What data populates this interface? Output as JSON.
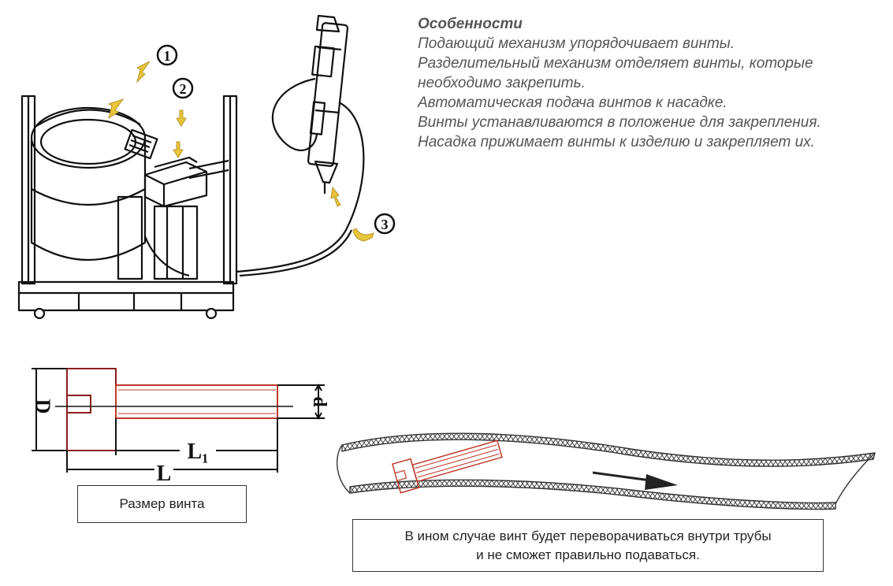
{
  "features": {
    "title": "Особенности",
    "lines": [
      "Подающий механизм упорядочивает винты.",
      "Разделительный механизм отделяет винты, которые",
      "необходимо закрепить.",
      "Автоматическая подача винтов к насадке.",
      "Винты устанавливаются в положение для закрепления.",
      "Насадка прижимает винты к изделию и закрепляет их."
    ]
  },
  "steps": [
    "1",
    "2",
    "3"
  ],
  "dimensions": {
    "D": "D",
    "d": "d",
    "L1": "L₁",
    "L": "L"
  },
  "captions": {
    "screw_size": "Размер винта",
    "warning_line1": "В ином случае винт будет переворачиваться внутри трубы",
    "warning_line2": "и не сможет правильно подаваться."
  },
  "colors": {
    "arrow": "#e8c53a",
    "screw": "#c0392b",
    "text_gray": "#555555"
  }
}
